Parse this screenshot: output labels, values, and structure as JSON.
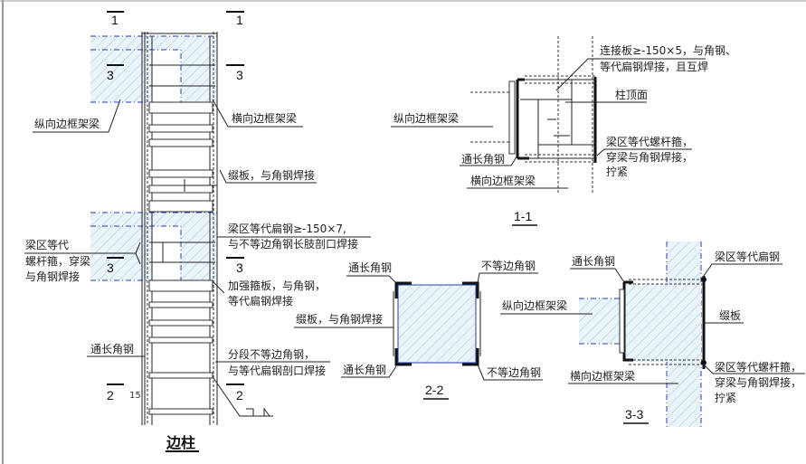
{
  "colors": {
    "concrete_fill": "#e8f4fb",
    "beam_outline": "#2a3fb0",
    "steel": "#111111"
  },
  "elevation": {
    "title": "边柱",
    "section_marks": {
      "s1": "1",
      "s3": "3",
      "s2": "2"
    },
    "dimension": "15",
    "labels": {
      "longitudinal_beam": "纵向边框架梁",
      "transverse_beam": "横向边框架梁",
      "batten_plate": "缀板，与角钢焊接",
      "flat_steel_1": "梁区等代扁钢≥-150×7,",
      "flat_steel_2": "与不等边角钢长肢剖口焊接",
      "bolt_hoop_1": "梁区等代",
      "bolt_hoop_2": "螺杆箍，穿梁",
      "bolt_hoop_3": "与角钢焊接",
      "stiffener_1": "加强箍板，与角钢，",
      "stiffener_2": "等代扁钢焊接",
      "full_angle": "通长角钢",
      "segment_angle_1": "分段不等边角钢，",
      "segment_angle_2": "与等代扁钢剖口焊接"
    }
  },
  "section_1_1": {
    "title": "1-1",
    "labels": {
      "connect_plate_1": "连接板≥-150×5，与角钢、",
      "connect_plate_2": "等代扁钢焊接，且互焊",
      "column_top": "柱顶面",
      "longitudinal_beam": "纵向边框架梁",
      "bolt_hoop_1": "梁区等代螺杆箍，",
      "bolt_hoop_2": "穿梁与角钢焊接，",
      "bolt_hoop_3": "拧紧",
      "full_angle": "通长角钢",
      "transverse_beam": "横向边框架梁"
    }
  },
  "section_2_2": {
    "title": "2-2",
    "labels": {
      "full_angle_top": "通长角钢",
      "unequal_angle_top": "不等边角钢",
      "batten_plate": "缀板，与角钢焊接",
      "full_angle_bottom": "通长角钢",
      "unequal_angle_bottom": "不等边角钢"
    }
  },
  "section_3_3": {
    "title": "3-3",
    "labels": {
      "full_angle": "通长角钢",
      "flat_steel": "梁区等代扁钢",
      "longitudinal_beam": "纵向边框架梁",
      "batten": "缀板",
      "bolt_hoop_1": "梁区等代螺杆箍，",
      "bolt_hoop_2": "穿梁与角钢焊接，",
      "bolt_hoop_3": "拧紧",
      "transverse_beam": "横向边框架梁"
    }
  }
}
